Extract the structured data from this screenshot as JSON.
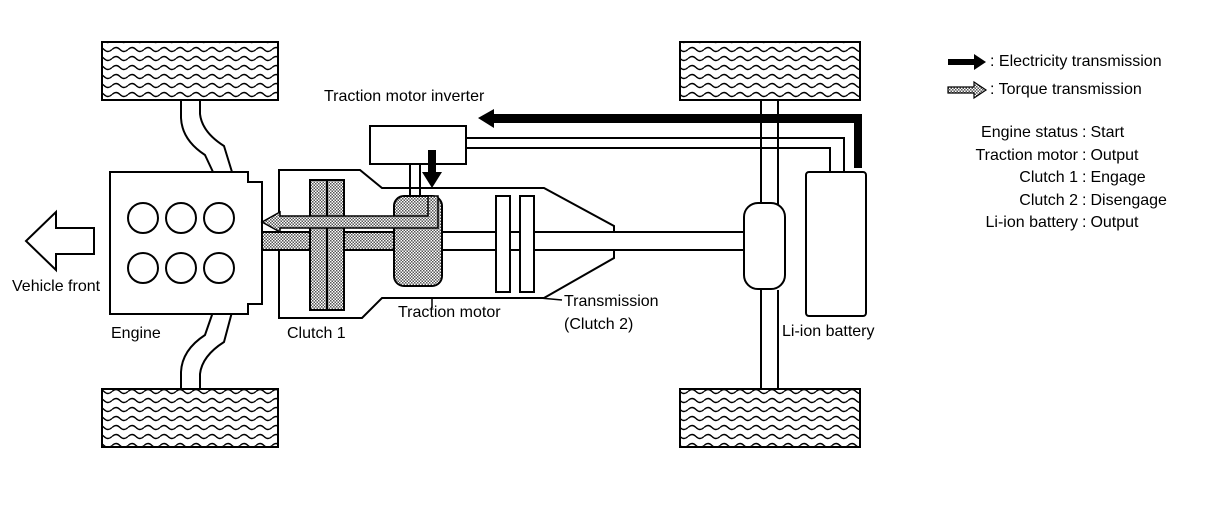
{
  "labels": {
    "inverter": "Traction motor inverter",
    "vehicle_front": "Vehicle front",
    "engine": "Engine",
    "clutch1": "Clutch 1",
    "traction_motor": "Traction motor",
    "transmission_line1": "Transmission",
    "transmission_line2": "(Clutch 2)",
    "battery": "Li-ion battery"
  },
  "legend": {
    "electricity": ": Electricity transmission",
    "torque": ": Torque transmission"
  },
  "status": [
    {
      "key": "Engine status",
      "value": "Start"
    },
    {
      "key": "Traction motor",
      "value": "Output"
    },
    {
      "key": "Clutch 1",
      "value": "Engage"
    },
    {
      "key": "Clutch 2",
      "value": "Disengage"
    },
    {
      "key": "Li-ion battery",
      "value": "Output"
    }
  ],
  "colors": {
    "line": "#000000",
    "torque_fill": "#8a8a8a",
    "background": "#ffffff"
  }
}
